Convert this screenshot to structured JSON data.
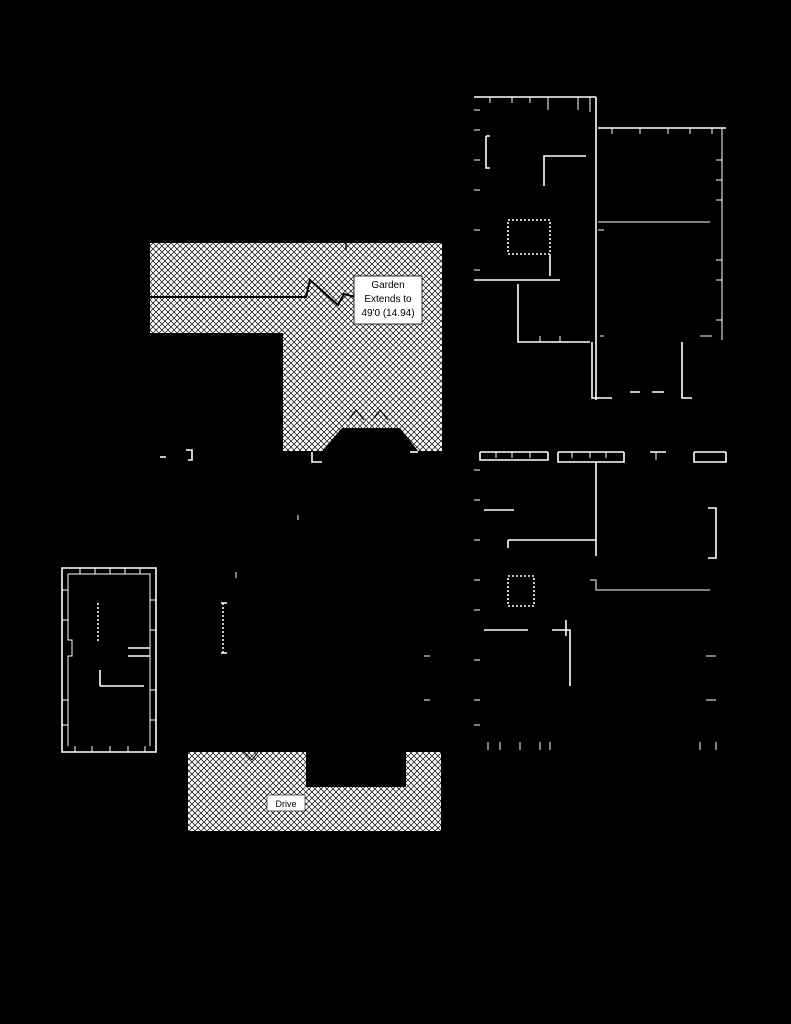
{
  "garden_label": {
    "line1": "Garden",
    "line2": "Extends to",
    "line3": "49'0 (14.94)"
  },
  "drive_label": "Drive",
  "colors": {
    "background": "#000000",
    "hatch_fill": "#ffffff",
    "hatch_line": "#000000",
    "walls": "#ffffff"
  }
}
